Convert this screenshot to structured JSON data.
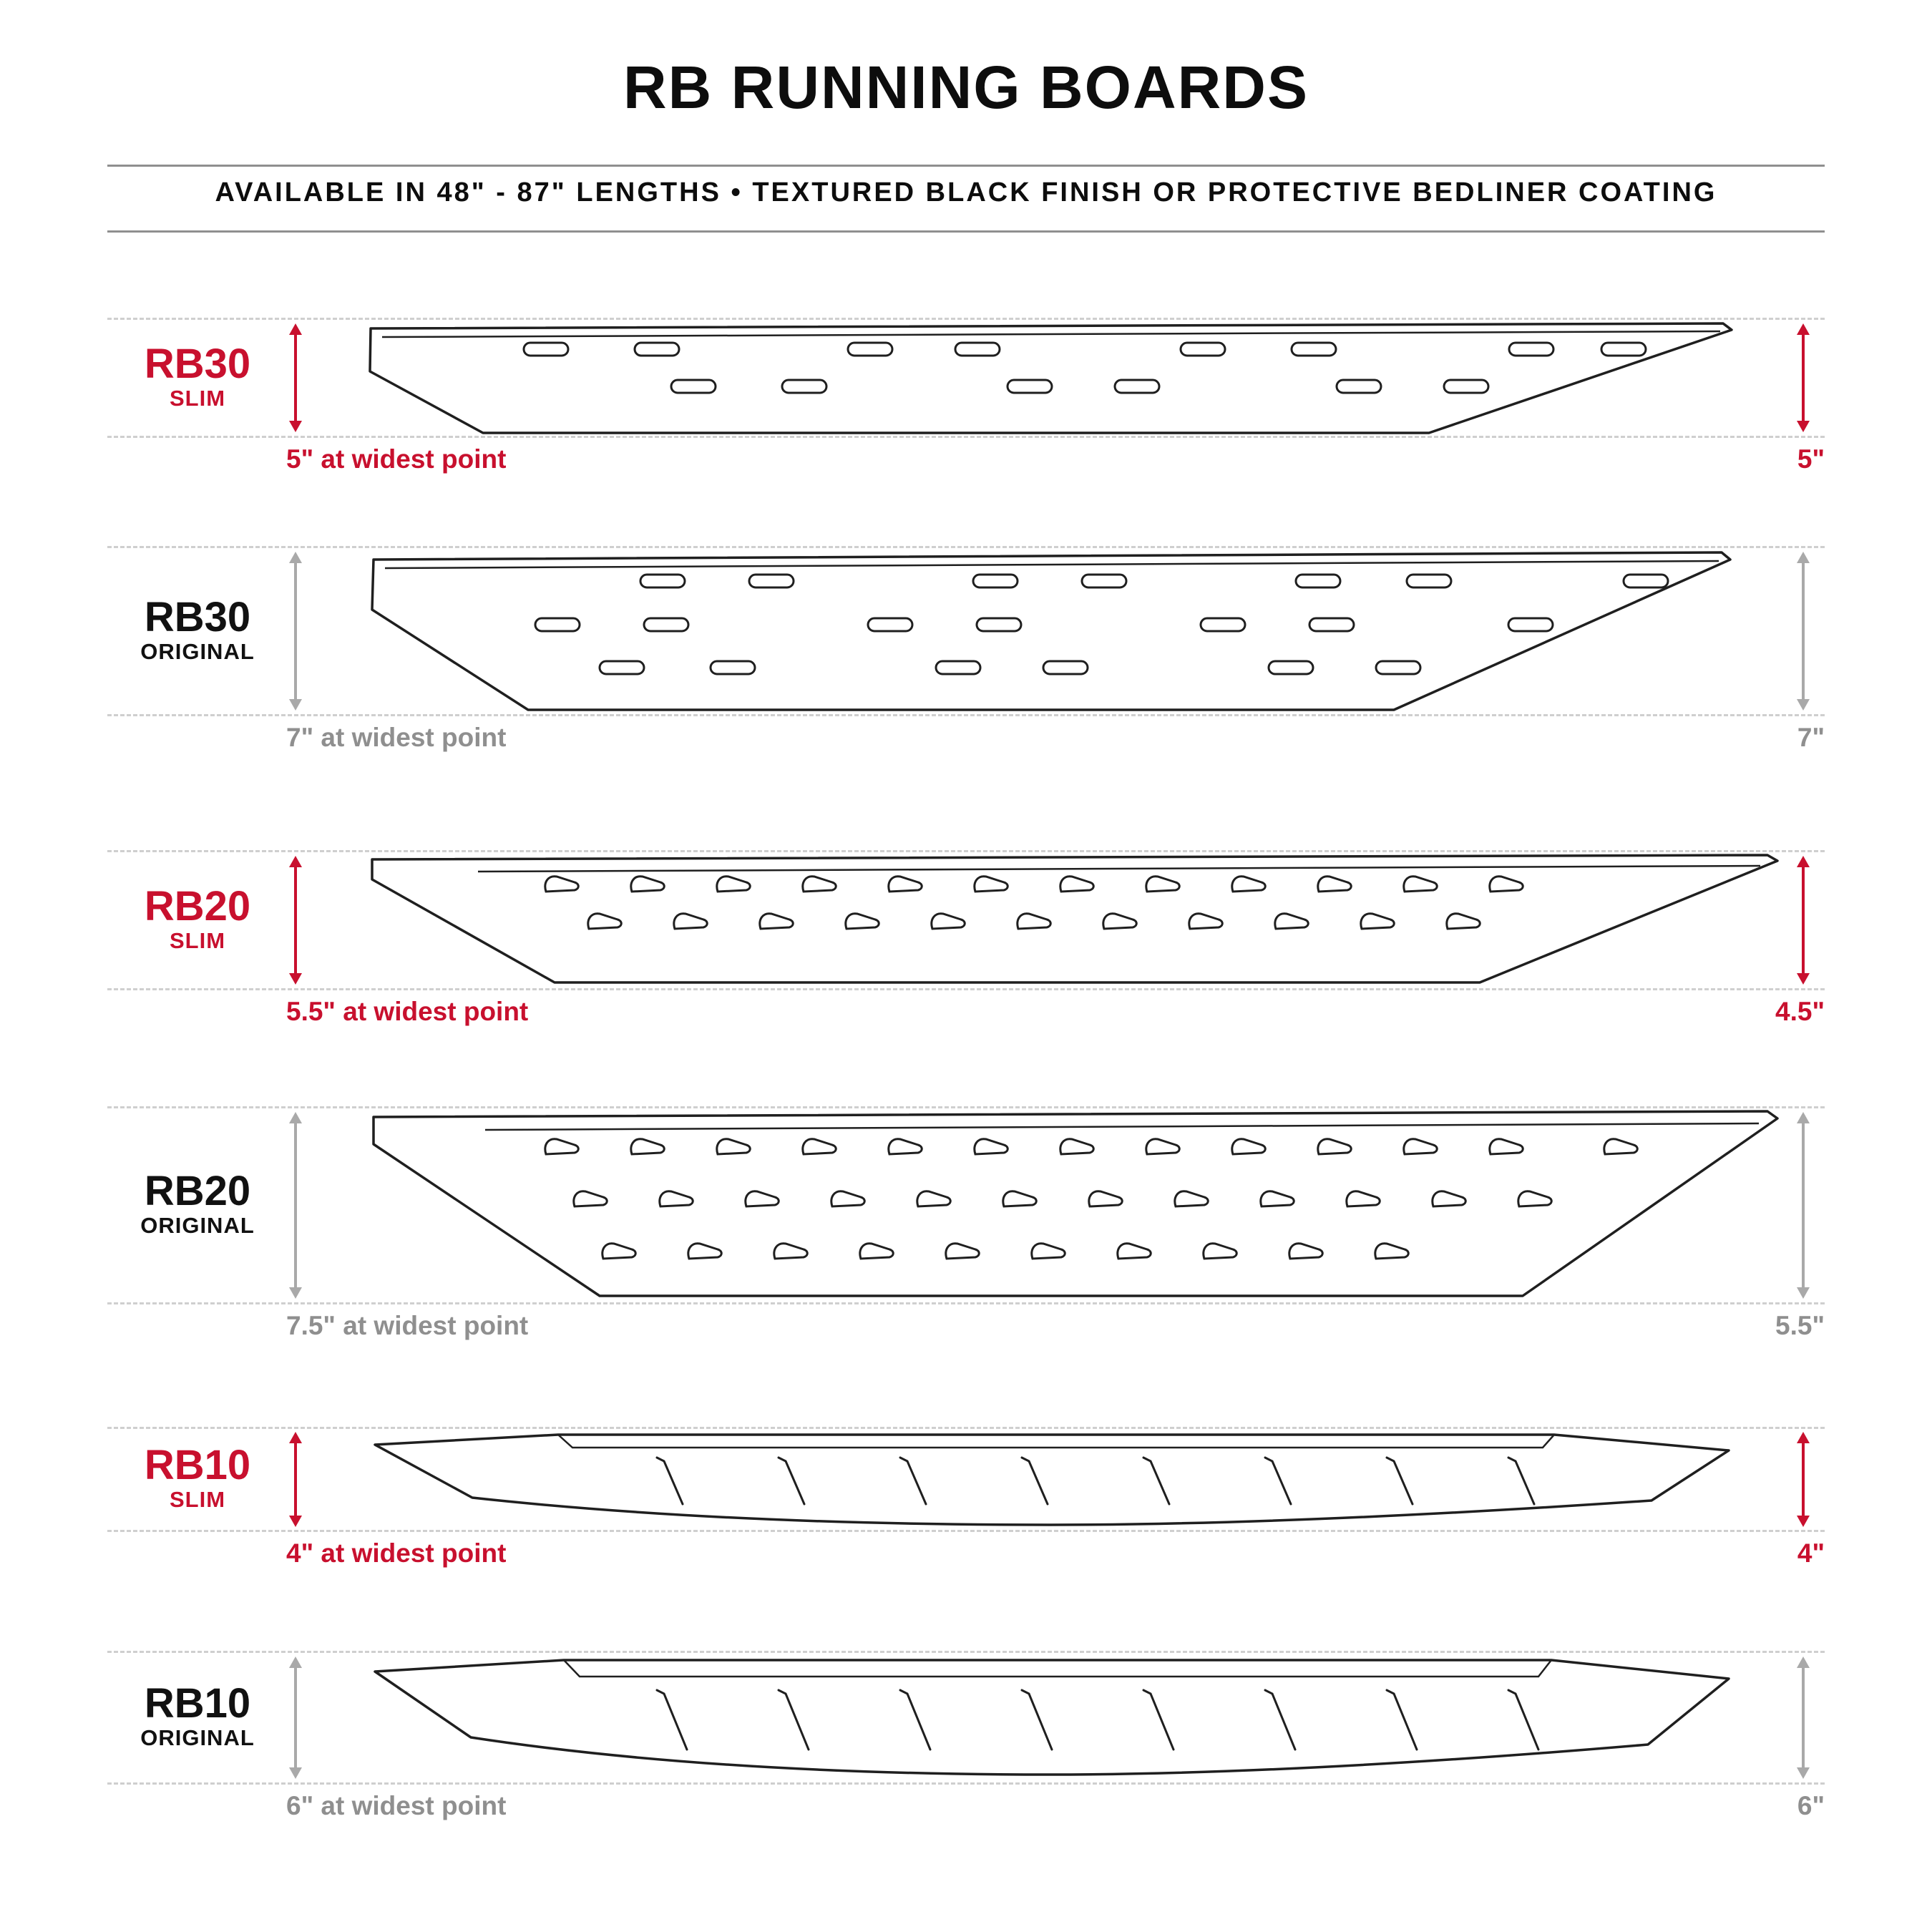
{
  "header": {
    "title": "RB RUNNING BOARDS",
    "subtitle": "AVAILABLE IN 48\" - 87\" LENGTHS   •   TEXTURED BLACK FINISH OR PROTECTIVE BEDLINER COATING"
  },
  "palette": {
    "accent_red": "#C8102E",
    "muted_gray": "#8F8F8F",
    "ink": "#111111",
    "dash_gray": "#CFCFCF"
  },
  "rows": [
    {
      "model": "RB30",
      "variant": "SLIM",
      "width_note": "5\" at widest point",
      "height_label": "5\""
    },
    {
      "model": "RB30",
      "variant": "ORIGINAL",
      "width_note": "7\" at widest point",
      "height_label": "7\""
    },
    {
      "model": "RB20",
      "variant": "SLIM",
      "width_note": "5.5\" at widest point",
      "height_label": "4.5\""
    },
    {
      "model": "RB20",
      "variant": "ORIGINAL",
      "width_note": "7.5\" at widest point",
      "height_label": "5.5\""
    },
    {
      "model": "RB10",
      "variant": "SLIM",
      "width_note": "4\" at widest point",
      "height_label": "4\""
    },
    {
      "model": "RB10",
      "variant": "ORIGINAL",
      "width_note": "6\" at widest point",
      "height_label": "6\""
    }
  ]
}
